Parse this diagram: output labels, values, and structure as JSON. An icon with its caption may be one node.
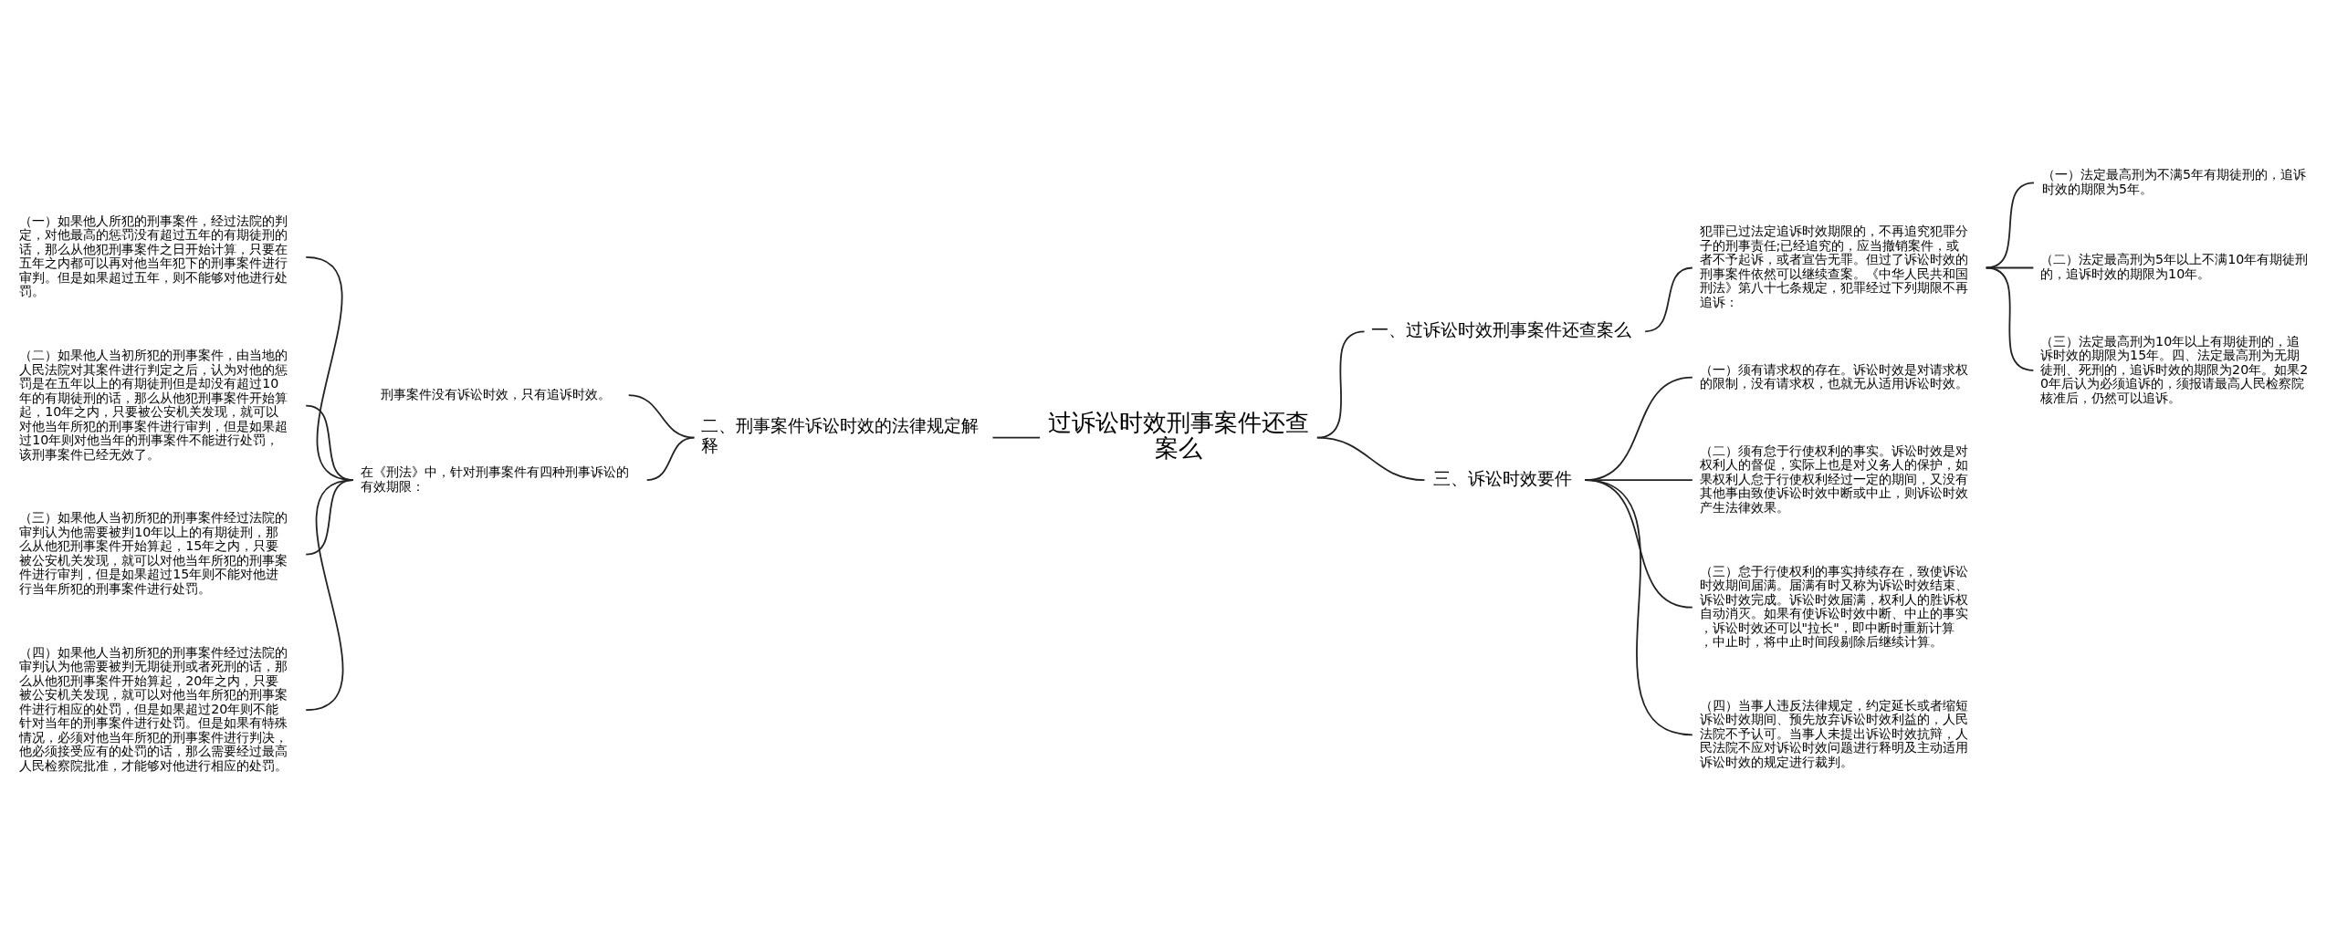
{
  "diagram": {
    "nodes": [
      {
        "text": [
          "过诉讼时效刑事案件还查案么"
        ]
      },
      {
        "text": [
          "一、过诉讼时效刑事案件还查案么"
        ]
      },
      {
        "text": [
          "犯罪已过法定追诉时效期限的，不再追究犯罪分子的刑事责任;已经追究的，应当撤销案件，或者不予起诉，或者宣告无罪。但过了诉讼时效的刑事案件依然可以继续查案。《中华人民共和国刑法》第八十七条规定，犯罪经过下列期限不再追诉："
        ]
      },
      {
        "text": [
          "（一）法定最高刑为不满5年有期徒刑的，追诉时效的期限为5年。"
        ]
      },
      {
        "text": [
          "（二）法定最高刑为5年以上不满10年有期徒刑的，追诉时效的期限为10年。"
        ]
      },
      {
        "text": [
          "（三）法定最高刑为10年以上有期徒刑的，追诉时效的期限为15年。四、法定最高刑为无期徒刑、死刑的，追诉时效的期限为20年。如果20年后认为必须追诉的，须报请最高人民检察院核准后，仍然可以追诉。"
        ]
      },
      {
        "text": [
          "二、刑事案件诉讼时效的法律规定解释"
        ]
      },
      {
        "text": [
          "刑事案件没有诉讼时效，只有追诉时效。"
        ]
      },
      {
        "text": [
          "在《刑法》中，针对刑事案件有四种刑事诉讼的有效期限："
        ]
      },
      {
        "text": [
          "（一）如果他人所犯的刑事案件，经过法院的判定，对他最高的惩罚没有超过五年的有期徒刑的话，那么从他犯刑事案件之日开始计算，只要在五年之内都可以再对他当年犯下的刑事案件进行审判。但是如果超过五年，则不能够对他进行处罚。"
        ]
      },
      {
        "text": [
          "（二）如果他人当初所犯的刑事案件，由当地的人民法院对其案件进行判定之后，认为对他的惩罚是在五年以上的有期徒刑但是却没有超过10年的有期徒刑的话，那么从他犯刑事案件开始算起，10年之内，只要被公安机关发现，就可以对他当年所犯的刑事案件进行审判，但是如果超过10年则对他当年的刑事案件不能进行处罚，该刑事案件已经无效了。"
        ]
      },
      {
        "text": [
          "（三）如果他人当初所犯的刑事案件经过法院的审判认为他需要被判10年以上的有期徒刑，那么从他犯刑事案件开始算起，15年之内，只要被公安机关发现，就可以对他当年所犯的刑事案件进行审判，但是如果超过15年则不能对他进行当年所犯的刑事案件进行处罚。"
        ]
      },
      {
        "text": [
          "（四）如果他人当初所犯的刑事案件经过法院的审判认为他需要被判无期徒刑或者死刑的话，那么从他犯刑事案件开始算起，20年之内，只要被公安机关发现，就可以对他当年所犯的刑事案件进行相应的处罚，但是如果超过20年则不能针对当年的刑事案件进行处罚。但是如果有特殊情况，必须对他当年所犯的刑事案件进行判决，他必须接受应有的处罚的话，那么需要经过最高人民检察院批准，才能够对他进行相应的处罚。"
        ]
      },
      {
        "text": [
          "三、诉讼时效要件"
        ]
      },
      {
        "text": [
          "（一）须有请求权的存在。诉讼时效是对请求权的限制，没有请求权，也就无从适用诉讼时效。"
        ]
      },
      {
        "text": [
          "（二）须有怠于行使权利的事实。诉讼时效是对权利人的督促，实际上也是对义务人的保护，如果权利人怠于行使权利经过一定的期间，又没有其他事由致使诉讼时效中断或中止，则诉讼时效产生法律效果。"
        ]
      },
      {
        "text": [
          "（三）怠于行使权利的事实持续存在，致使诉讼时效期间届满。届满有时又称为诉讼时效结束、诉讼时效完成。诉讼时效届满，权利人的胜诉权自动消灭。如果有使诉讼时效中断、中止的事实，诉讼时效还可以\"拉长\"，即中断时重新计算，中止时，将中止时间段剔除后继续计算。"
        ]
      },
      {
        "text": [
          "（四）当事人违反法律规定，约定延长或者缩短诉讼时效期间、预先放弃诉讼时效利益的，人民法院不予认可。当事人未提出诉讼时效抗辩，人民法院不应对诉讼时效问题进行释明及主动适用诉讼时效的规定进行裁判。"
        ]
      }
    ],
    "edges": [
      {
        "from": 0,
        "to": 1,
        "arrow": "none"
      },
      {
        "from": 1,
        "to": 2,
        "arrow": "none"
      },
      {
        "from": 2,
        "to": 3,
        "arrow": "none"
      },
      {
        "from": 2,
        "to": 4,
        "arrow": "none"
      },
      {
        "from": 2,
        "to": 5,
        "arrow": "none"
      },
      {
        "from": 6,
        "to": 0,
        "arrow": "none"
      },
      {
        "from": 7,
        "to": 6,
        "arrow": "none"
      },
      {
        "from": 8,
        "to": 6,
        "arrow": "none"
      },
      {
        "from": 9,
        "to": 8,
        "arrow": "none"
      },
      {
        "from": 10,
        "to": 8,
        "arrow": "none"
      },
      {
        "from": 11,
        "to": 8,
        "arrow": "none"
      },
      {
        "from": 12,
        "to": 8,
        "arrow": "none"
      },
      {
        "from": 0,
        "to": 13,
        "arrow": "none"
      },
      {
        "from": 13,
        "to": 14,
        "arrow": "none"
      },
      {
        "from": 13,
        "to": 15,
        "arrow": "none"
      },
      {
        "from": 13,
        "to": 16,
        "arrow": "none"
      },
      {
        "from": 13,
        "to": 17,
        "arrow": "none"
      }
    ]
  }
}
